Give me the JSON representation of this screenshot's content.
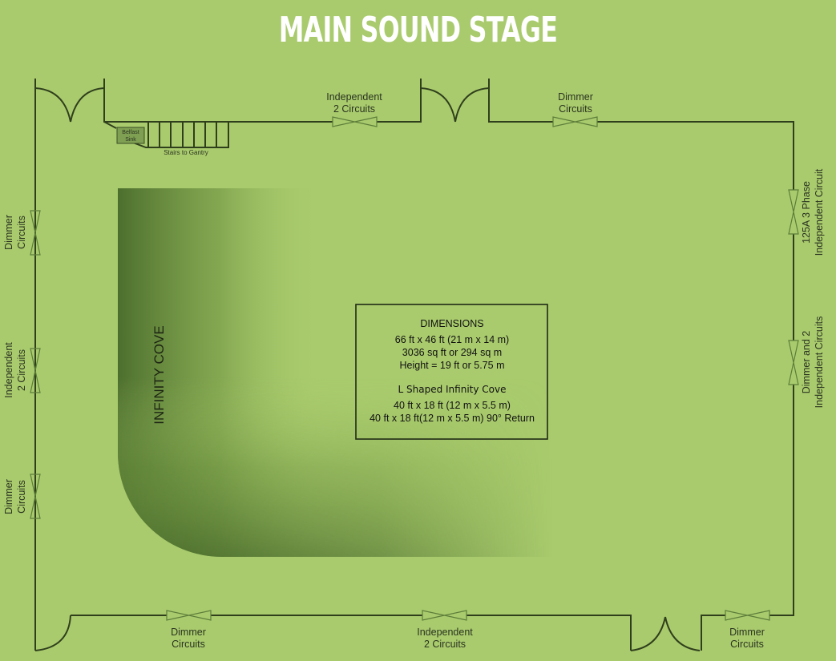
{
  "title": "MAIN SOUND STAGE",
  "fixtures": {
    "sink": [
      "Belfast",
      "Sink"
    ],
    "stairs": "Stairs to Gantry"
  },
  "cove_label": "INFINITY COVE",
  "circuits": {
    "top_1": [
      "Independent",
      "2 Circuits"
    ],
    "top_2": [
      "Dimmer",
      "Circuits"
    ],
    "right_1": [
      "125A 3 Phase",
      "Independent Circuit"
    ],
    "right_2": [
      "Dimmer and  2",
      "Independent Circuits"
    ],
    "left_1": [
      "Dimmer",
      "Circuits"
    ],
    "left_2": [
      "Independent",
      "2 Circuits"
    ],
    "left_3": [
      "Dimmer",
      "Circuits"
    ],
    "bottom_1": [
      "Dimmer",
      "Circuits"
    ],
    "bottom_2": [
      "Independent",
      "2 Circuits"
    ],
    "bottom_3": [
      "Dimmer",
      "Circuits"
    ]
  },
  "dimensions": {
    "heading": "DIMENSIONS",
    "lines": [
      "66 ft x 46 ft (21 m x 14 m)",
      "3036 sq ft or 294 sq m",
      "Height = 19 ft or 5.75 m"
    ],
    "cove_heading": "L Shaped Infinity Cove",
    "cove_lines": [
      "40 ft x 18 ft (12 m x 5.5 m)",
      "40 ft x 18 ft(12 m x 5.5 m) 90° Return"
    ]
  },
  "colors": {
    "background": "#a9cb6d",
    "wall": "#2f3f1c",
    "cove": "#4f7230",
    "title": "#ffffff"
  }
}
